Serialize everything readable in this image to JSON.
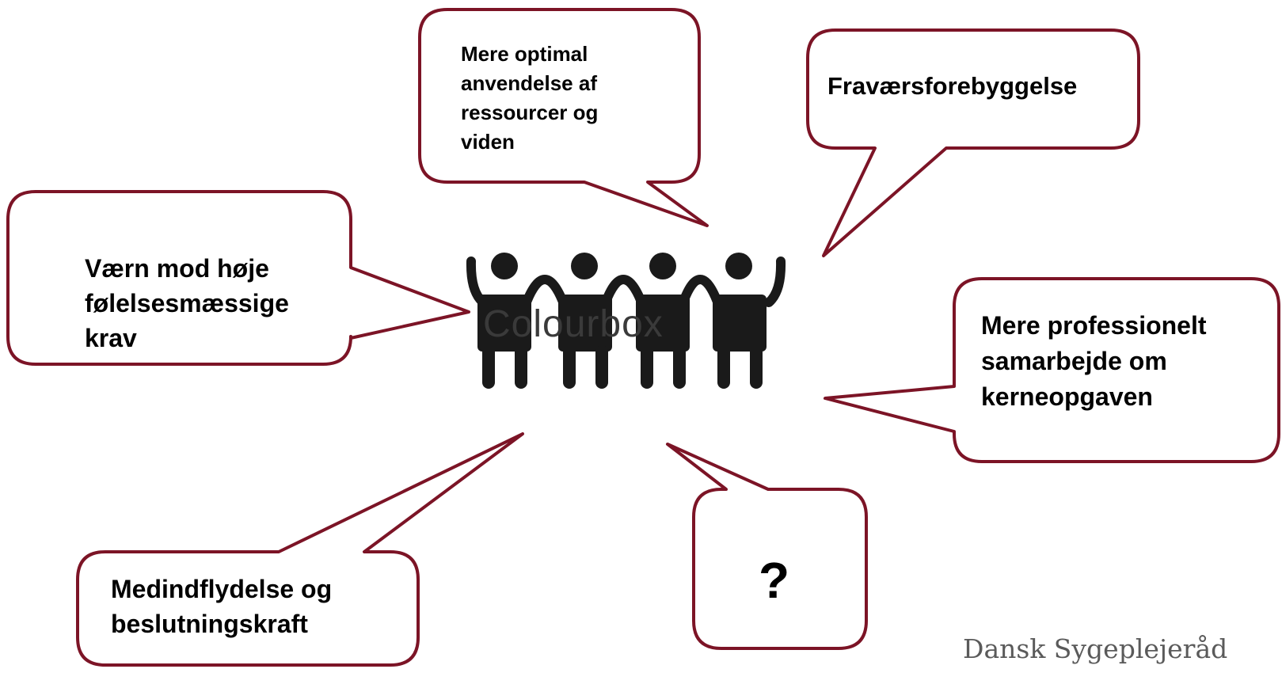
{
  "diagram": {
    "bubble_stroke_color": "#7c1426",
    "figure_color": "#1a1a1a",
    "bubbles": {
      "resources": "Mere optimal\nanvendelse af\nressourcer og\nviden",
      "absence_prevention": "Fraværsforebyggelse",
      "emotional_protection": "Værn mod høje\nfølelsesmæssige\nkrav",
      "professional_collaboration": "Mere professionelt\nsamarbejde om\nkerneopgaven",
      "influence": "Medindflydelse og\nbeslutningskraft",
      "unknown": "?"
    },
    "center_icon": "four-people-holding-hands-icon",
    "watermark_text": "Colourbox",
    "logo_text": "Dansk Sygeplejeråd"
  }
}
